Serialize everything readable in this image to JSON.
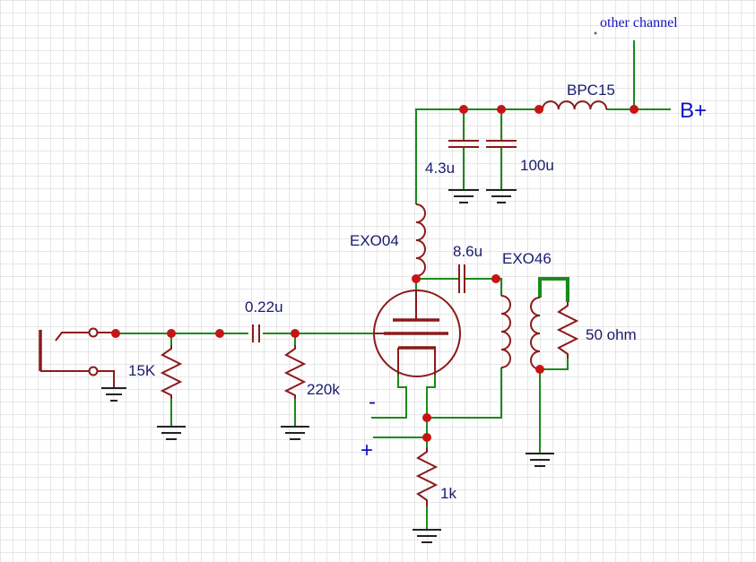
{
  "labels": {
    "other_channel": "other channel",
    "bpc15": "BPC15",
    "bplus": "B+",
    "cap_4_3u": "4.3u",
    "cap_100u": "100u",
    "exo04": "EXO04",
    "cap_8_6u": "8.6u",
    "exo46": "EXO46",
    "ohm50": "50 ohm",
    "cap_0_22u": "0.22u",
    "r_15k": "15K",
    "r_220k": "220k",
    "minus": "-",
    "plus": "+",
    "r_1k": "1k"
  },
  "colors": {
    "wire": "#1a8a1a",
    "component": "#8b1a1a",
    "node": "#c81414",
    "label": "#1a1a6e"
  }
}
